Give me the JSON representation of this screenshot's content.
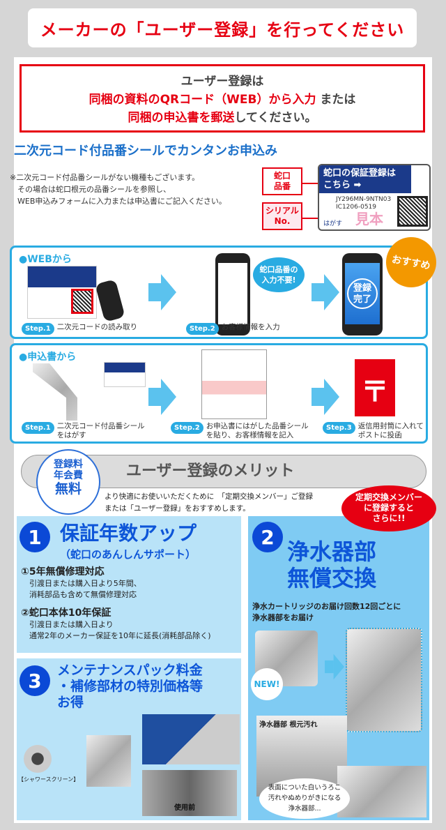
{
  "banner": {
    "title": "メーカーの「ユーザー登録」を行ってください"
  },
  "intro": {
    "line1": "ユーザー登録は",
    "line2_red": "同梱の資料のQRコード（WEB）から入力",
    "line2_tail": " または",
    "line3_red": "同梱の申込書を郵送",
    "line3_tail": "してください。"
  },
  "qr_section": {
    "heading": "二次元コード付品番シールでカンタンお申込み",
    "note": "※二次元コード付品番シールがない機種もございます。\n　その場合は蛇口根元の品番シールを参照し、\n　WEB申込みフォームに入力または申込書にご記入ください。",
    "tag_model": "蛇口\n品番",
    "tag_serial": "シリアル\nNo.",
    "sticker": {
      "header": "蛇口の保証登録は こちら ➡",
      "model": "JY296MN-9NTN03",
      "serial": "IC1206-0519",
      "peel": "はがす",
      "sample": "見本"
    }
  },
  "web": {
    "title": "●WEBから",
    "badge": "おすすめ",
    "bubble": "蛇口品番の\n入力不要!",
    "done": "登録\n完了",
    "steps": [
      {
        "label": "Step.1",
        "text": "二次元コードの読み取り"
      },
      {
        "label": "Step.2",
        "text": "お客様情報を入力"
      }
    ]
  },
  "mail": {
    "title": "●申込書から",
    "steps": [
      {
        "label": "Step.1",
        "text": "二次元コード付品番シール\nをはがす"
      },
      {
        "label": "Step.2",
        "text": "お申込書にはがした品番シール\nを貼り、お客様情報を記入"
      },
      {
        "label": "Step.3",
        "text": "返信用封筒に入れて\nポストに投函"
      }
    ]
  },
  "merit": {
    "title": "ユーザー登録のメリット",
    "free_line1": "登録料",
    "free_line2": "年会費",
    "free_line3": "無料",
    "lead": "より快適にお使いいただくために　「定期交換メンバー」ご登録\nまたは「ユーザー登録」をおすすめします。",
    "callout": "定期交換メンバー\nに登録すると\nさらに!!"
  },
  "benefit1": {
    "num": "1",
    "title": "保証年数アップ",
    "subtitle": "（蛇口のあんしんサポート）",
    "items": [
      {
        "head": "①5年無償修理対応",
        "body": "引渡日または購入日より5年間、\n消耗部品も含めて無償修理対応"
      },
      {
        "head": "②蛇口本体10年保証",
        "body": "引渡日または購入日より\n通常2年のメーカー保証を10年に延長(消耗部品除く)"
      }
    ]
  },
  "benefit2": {
    "num": "2",
    "title": "浄水器部\n無償交換",
    "body": "浄水カートリッジのお届け回数12回ごとに\n浄水器部をお届け",
    "new": "NEW!",
    "photo_label": "浄水器部 根元汚れ",
    "bubble": "表面についた白いうろこ\n汚れやぬめりがきになる\n浄水器部..."
  },
  "benefit3": {
    "num": "3",
    "title": "メンテナンスパック料金\n・補修部材の特別価格等\nお得",
    "part_label": "【シャワースクリーン】",
    "photo_label": "使用前"
  },
  "colors": {
    "red": "#e60012",
    "blue": "#29abe2",
    "navy": "#1b3a8a",
    "orange": "#f39800",
    "light_blue": "#b9e3f8"
  }
}
